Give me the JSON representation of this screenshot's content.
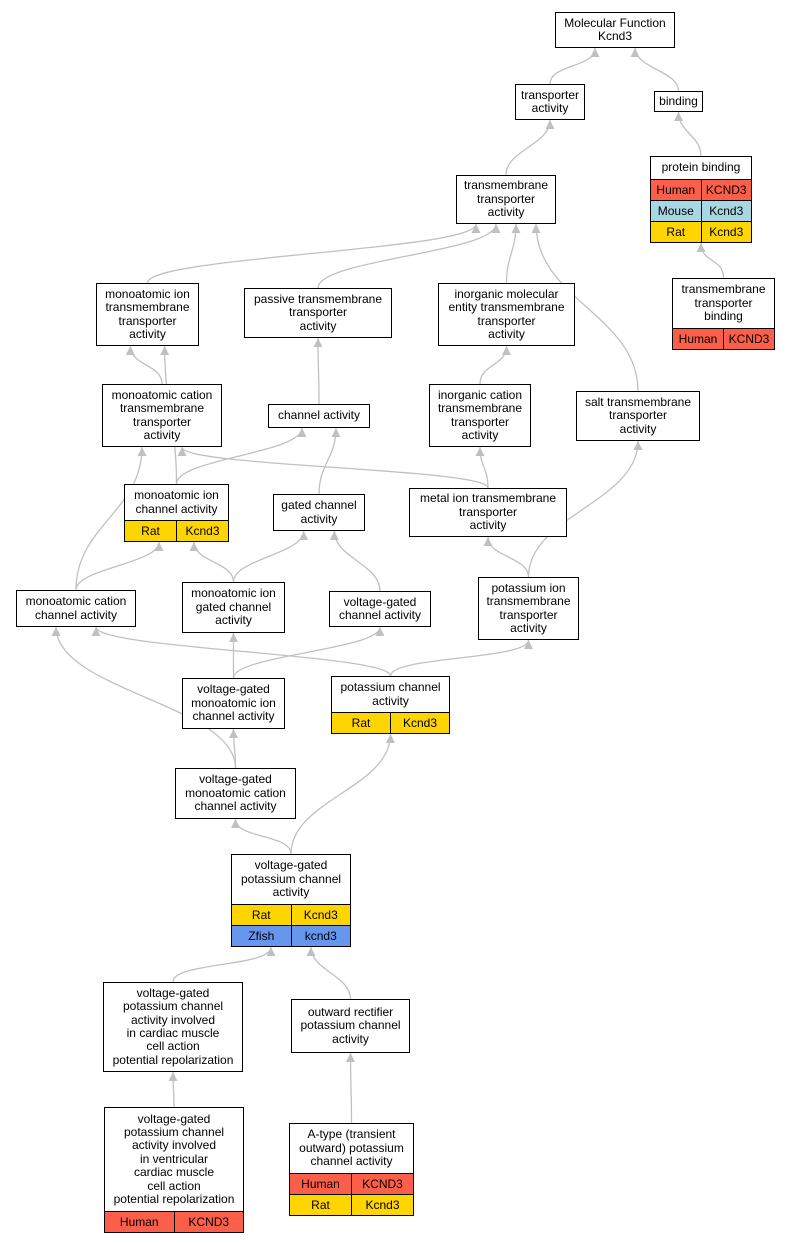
{
  "colors": {
    "edge": "#c0c0c0",
    "Human": "#fb5e49",
    "Mouse": "#a8d7e4",
    "Rat": "#ffd500",
    "Zfish": "#6796ee"
  },
  "nodes": [
    {
      "id": "mf",
      "label": "Molecular Function\nKcnd3",
      "annotations": []
    },
    {
      "id": "transporter",
      "label": "transporter\nactivity",
      "annotations": []
    },
    {
      "id": "binding",
      "label": "binding",
      "annotations": []
    },
    {
      "id": "protein-binding",
      "label": "protein binding",
      "annotations": [
        {
          "species": "Human",
          "gene": "KCND3"
        },
        {
          "species": "Mouse",
          "gene": "Kcnd3"
        },
        {
          "species": "Rat",
          "gene": "Kcnd3"
        }
      ]
    },
    {
      "id": "tm-transporter",
      "label": "transmembrane\ntransporter\nactivity",
      "annotations": []
    },
    {
      "id": "tm-transporter-binding",
      "label": "transmembrane\ntransporter\nbinding",
      "annotations": [
        {
          "species": "Human",
          "gene": "KCND3"
        }
      ]
    },
    {
      "id": "ion-tm",
      "label": "monoatomic ion\ntransmembrane\ntransporter\nactivity",
      "annotations": []
    },
    {
      "id": "passive-tm",
      "label": "passive transmembrane\ntransporter\nactivity",
      "annotations": []
    },
    {
      "id": "inorg-mol-tm",
      "label": "inorganic molecular\nentity transmembrane\ntransporter\nactivity",
      "annotations": []
    },
    {
      "id": "cation-tm",
      "label": "monoatomic cation\ntransmembrane\ntransporter\nactivity",
      "annotations": []
    },
    {
      "id": "channel",
      "label": "channel activity",
      "annotations": []
    },
    {
      "id": "inorg-cation-tm",
      "label": "inorganic cation\ntransmembrane\ntransporter\nactivity",
      "annotations": []
    },
    {
      "id": "salt-tm",
      "label": "salt transmembrane\ntransporter\nactivity",
      "annotations": []
    },
    {
      "id": "ion-channel",
      "label": "monoatomic ion\nchannel activity",
      "annotations": [
        {
          "species": "Rat",
          "gene": "Kcnd3"
        }
      ]
    },
    {
      "id": "gated-channel",
      "label": "gated channel\nactivity",
      "annotations": []
    },
    {
      "id": "metal-ion-tm",
      "label": "metal ion transmembrane\ntransporter\nactivity",
      "annotations": []
    },
    {
      "id": "cation-channel",
      "label": "monoatomic cation\nchannel activity",
      "annotations": []
    },
    {
      "id": "ion-gated-channel",
      "label": "monoatomic ion\ngated channel\nactivity",
      "annotations": []
    },
    {
      "id": "vg-channel",
      "label": "voltage-gated\nchannel activity",
      "annotations": []
    },
    {
      "id": "k-ion-tm",
      "label": "potassium ion\ntransmembrane\ntransporter\nactivity",
      "annotations": []
    },
    {
      "id": "vg-ion-channel",
      "label": "voltage-gated\nmonoatomic ion\nchannel activity",
      "annotations": []
    },
    {
      "id": "k-channel",
      "label": "potassium channel\nactivity",
      "annotations": [
        {
          "species": "Rat",
          "gene": "Kcnd3"
        }
      ]
    },
    {
      "id": "vg-cation-channel",
      "label": "voltage-gated\nmonoatomic cation\nchannel activity",
      "annotations": []
    },
    {
      "id": "vg-k-channel",
      "label": "voltage-gated\npotassium channel\nactivity",
      "annotations": [
        {
          "species": "Rat",
          "gene": "Kcnd3"
        },
        {
          "species": "Zfish",
          "gene": "kcnd3"
        }
      ]
    },
    {
      "id": "vg-k-cardiac",
      "label": "voltage-gated\npotassium channel\nactivity involved\nin cardiac muscle\ncell action\npotential repolarization",
      "annotations": []
    },
    {
      "id": "outward-rect",
      "label": "outward rectifier\npotassium channel\nactivity",
      "annotations": []
    },
    {
      "id": "vg-k-ventricular",
      "label": "voltage-gated\npotassium channel\nactivity involved\nin ventricular\ncardiac muscle\ncell action\npotential repolarization",
      "annotations": [
        {
          "species": "Human",
          "gene": "KCND3"
        }
      ]
    },
    {
      "id": "a-type",
      "label": "A-type (transient\noutward) potassium\nchannel activity",
      "annotations": [
        {
          "species": "Human",
          "gene": "KCND3"
        },
        {
          "species": "Rat",
          "gene": "Kcnd3"
        }
      ]
    }
  ],
  "edges": [
    [
      "transporter",
      "mf"
    ],
    [
      "binding",
      "mf"
    ],
    [
      "tm-transporter",
      "transporter"
    ],
    [
      "protein-binding",
      "binding"
    ],
    [
      "tm-transporter-binding",
      "protein-binding"
    ],
    [
      "ion-tm",
      "tm-transporter"
    ],
    [
      "passive-tm",
      "tm-transporter"
    ],
    [
      "inorg-mol-tm",
      "tm-transporter"
    ],
    [
      "salt-tm",
      "tm-transporter"
    ],
    [
      "cation-tm",
      "ion-tm"
    ],
    [
      "channel",
      "passive-tm"
    ],
    [
      "inorg-cation-tm",
      "inorg-mol-tm"
    ],
    [
      "ion-channel",
      "ion-tm"
    ],
    [
      "ion-channel",
      "channel"
    ],
    [
      "gated-channel",
      "channel"
    ],
    [
      "metal-ion-tm",
      "cation-tm"
    ],
    [
      "metal-ion-tm",
      "inorg-cation-tm"
    ],
    [
      "cation-channel",
      "cation-tm"
    ],
    [
      "cation-channel",
      "ion-channel"
    ],
    [
      "ion-gated-channel",
      "ion-channel"
    ],
    [
      "ion-gated-channel",
      "gated-channel"
    ],
    [
      "vg-channel",
      "gated-channel"
    ],
    [
      "k-ion-tm",
      "metal-ion-tm"
    ],
    [
      "k-ion-tm",
      "salt-tm"
    ],
    [
      "vg-ion-channel",
      "ion-gated-channel"
    ],
    [
      "vg-ion-channel",
      "vg-channel"
    ],
    [
      "k-channel",
      "cation-channel"
    ],
    [
      "k-channel",
      "k-ion-tm"
    ],
    [
      "vg-cation-channel",
      "cation-channel"
    ],
    [
      "vg-cation-channel",
      "vg-ion-channel"
    ],
    [
      "vg-k-channel",
      "vg-cation-channel"
    ],
    [
      "vg-k-channel",
      "k-channel"
    ],
    [
      "vg-k-cardiac",
      "vg-k-channel"
    ],
    [
      "outward-rect",
      "vg-k-channel"
    ],
    [
      "vg-k-ventricular",
      "vg-k-cardiac"
    ],
    [
      "a-type",
      "outward-rect"
    ]
  ]
}
